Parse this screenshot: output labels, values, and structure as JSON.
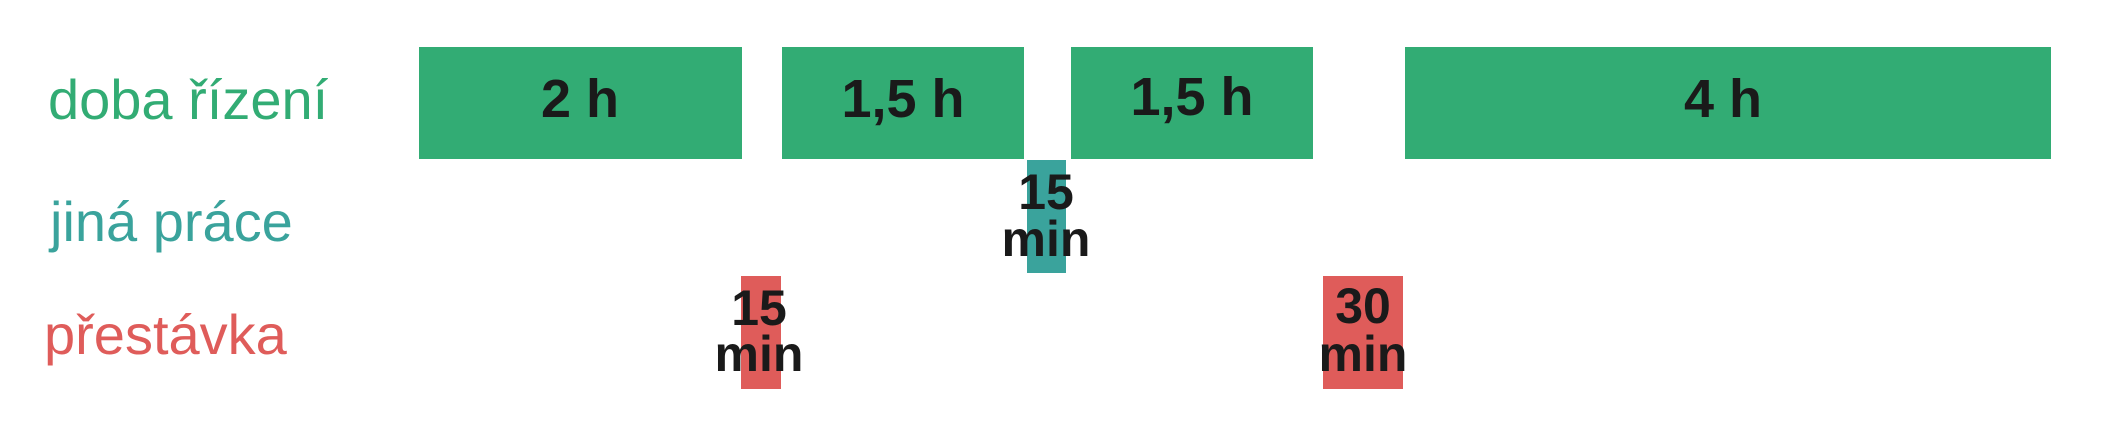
{
  "colors": {
    "driving": "#32ac74",
    "other_work": "#3aa39c",
    "break": "#df5c5a",
    "text": "#1a1a1a"
  },
  "rows": [
    {
      "id": "driving",
      "label": "doba řízení"
    },
    {
      "id": "other_work",
      "label": "jiná práce"
    },
    {
      "id": "break",
      "label": "přestávka"
    }
  ],
  "segments": [
    {
      "row": "driving",
      "label": "2 h"
    },
    {
      "row": "driving",
      "label": "1,5 h"
    },
    {
      "row": "other_work",
      "label_lines": [
        "15",
        "min"
      ]
    },
    {
      "row": "driving",
      "label": "1,5 h"
    },
    {
      "row": "break",
      "label_lines": [
        "15",
        "min"
      ]
    },
    {
      "row": "break",
      "label_lines": [
        "30",
        "min"
      ]
    },
    {
      "row": "driving",
      "label": "4 h"
    }
  ]
}
